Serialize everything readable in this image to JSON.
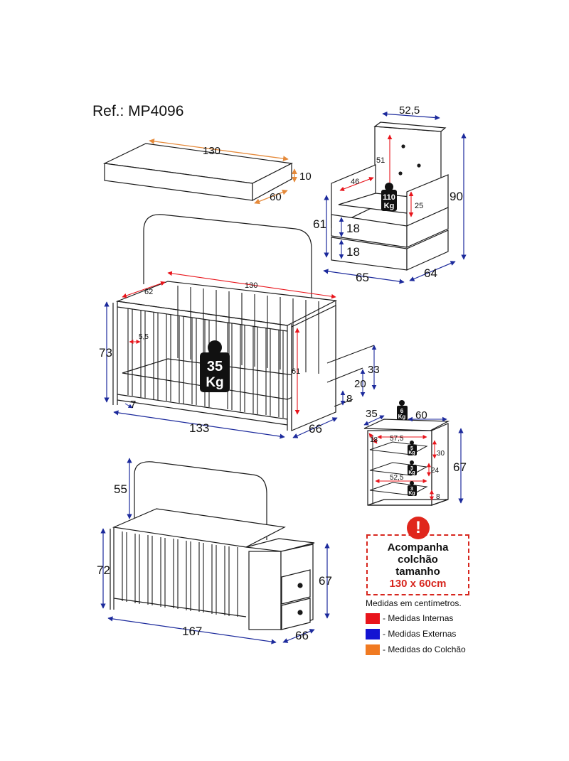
{
  "ref": "Ref.: MP4096",
  "mattress": {
    "length": "130",
    "height": "10",
    "width": "60"
  },
  "sofa": {
    "width_top": "52,5",
    "backrest_height": "51",
    "seat_depth": "46",
    "load_value": "110",
    "load_unit": "Kg",
    "armrest": "25",
    "total_height": "90",
    "seat_height": "61",
    "base_upper": "18",
    "base_lower": "18",
    "width": "65",
    "depth": "64"
  },
  "crib": {
    "inner_length": "130",
    "inner_width": "62",
    "slat_gap": "5,5",
    "inner_height": "61",
    "height": "73",
    "load_value": "35",
    "load_unit": "Kg",
    "level_top": "33",
    "level_mid": "20",
    "level_low": "8",
    "foot": "7",
    "length": "133",
    "depth": "66"
  },
  "dresser": {
    "top_load": "6",
    "load_unit": "Kg",
    "depth": "35",
    "width": "60",
    "inner_top": "18",
    "inner_width": "57,5",
    "drawer1_load": "5",
    "drawer1_height": "30",
    "drawer2_load": "3",
    "drawer2_height": "24",
    "drawer3_load": "3",
    "drawer3_height": "8",
    "drawer_width": "52,5",
    "height": "67"
  },
  "combo": {
    "headboard": "55",
    "height": "72",
    "dresser_height": "67",
    "length": "167",
    "depth": "66"
  },
  "notice": {
    "line1": "Acompanha",
    "line2": "colchão",
    "line3": "tamanho",
    "size": "130 x 60cm",
    "icon": "!"
  },
  "legend": {
    "title": "Medidas em centímetros.",
    "items": [
      {
        "label": "- Medidas Internas",
        "color": "#e8141b"
      },
      {
        "label": "- Medidas Externas",
        "color": "#1414d2"
      },
      {
        "label": "- Medidas do Colchão",
        "color": "#f07a22"
      }
    ]
  },
  "colors": {
    "internal": "#e8141b",
    "external": "#1c2a9c",
    "mattress": "#e58a3b",
    "line": "#1a1a1a",
    "alert": "#e0261c"
  }
}
